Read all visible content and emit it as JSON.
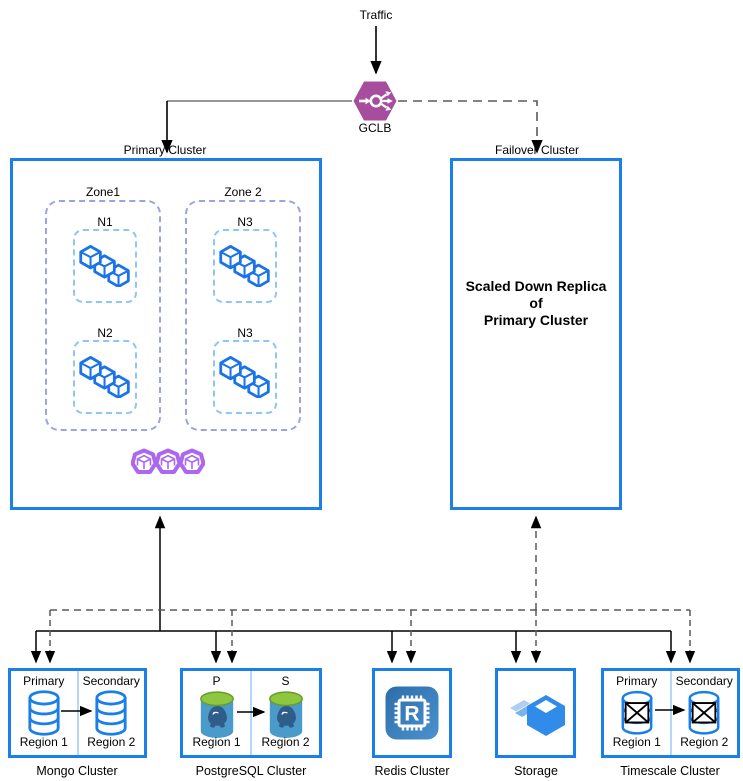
{
  "diagram": {
    "traffic_label": "Traffic",
    "gclb": {
      "label": "GCLB"
    },
    "primary_cluster": {
      "label": "Primary Cluster",
      "zones": [
        {
          "label": "Zone1",
          "nodes": [
            {
              "label": "N1"
            },
            {
              "label": "N2"
            }
          ]
        },
        {
          "label": "Zone 2",
          "nodes": [
            {
              "label": "N3"
            },
            {
              "label": "N3"
            }
          ]
        }
      ]
    },
    "failover_cluster": {
      "label": "Failover Cluster",
      "body_lines": [
        "Scaled Down Replica",
        "of",
        "Primary Cluster"
      ]
    },
    "databases": {
      "mongo": {
        "label": "Mongo Cluster",
        "left_role": "Primary",
        "right_role": "Secondary",
        "left_region": "Region 1",
        "right_region": "Region 2"
      },
      "postgres": {
        "label": "PostgreSQL Cluster",
        "left_role": "P",
        "right_role": "S",
        "left_region": "Region 1",
        "right_region": "Region 2"
      },
      "redis": {
        "label": "Redis Cluster"
      },
      "storage": {
        "label": "Storage"
      },
      "timescale": {
        "label": "Timescale Cluster",
        "left_role": "Primary",
        "right_role": "Secondary",
        "left_region": "Region 1",
        "right_region": "Region 2"
      }
    },
    "colors": {
      "box_border_blue": "#1a7fe8",
      "zone_border_purple": "#9aa3e6",
      "node_border_blue": "#8ec6f6",
      "workload_cube_blue": "#1a73e8",
      "pod_purple": "#ab68ee",
      "gclb_purple": "#a64d9e",
      "postgres_green": "#8dc63f",
      "postgres_body_blue": "#4a9bc9",
      "redis_chip_blue": "#3178b5",
      "storage_blue": "#308ce8",
      "solid_line": "#000000",
      "dashed_line": "#5a5a5a"
    }
  }
}
